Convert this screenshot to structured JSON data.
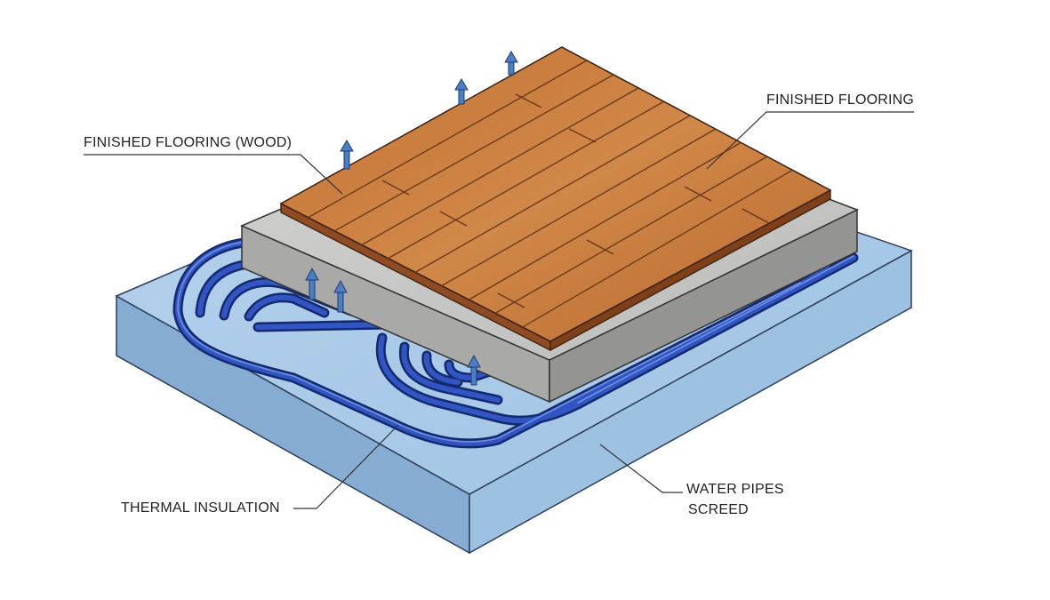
{
  "labels": {
    "finished_flooring_wood": "FINISHED FLOORING (WOOD)",
    "finished_flooring": "FINISHED FLOORING",
    "thermal_insulation": "THERMAL INSULATION",
    "water_pipes": "WATER PIPES",
    "screed": "SCREED"
  },
  "colors": {
    "insulation_top": "#a9c9e6",
    "insulation_left": "#88afd4",
    "insulation_front": "#9ac0e0",
    "pipe": "#1f3f9e",
    "screed_top": "#c9c9c7",
    "screed_side": "#9e9e9c",
    "wood": "#c97a3f",
    "wood_dark": "#8f4b22",
    "heat_arrow": "#4a7fc4",
    "leader_line": "#333333"
  }
}
